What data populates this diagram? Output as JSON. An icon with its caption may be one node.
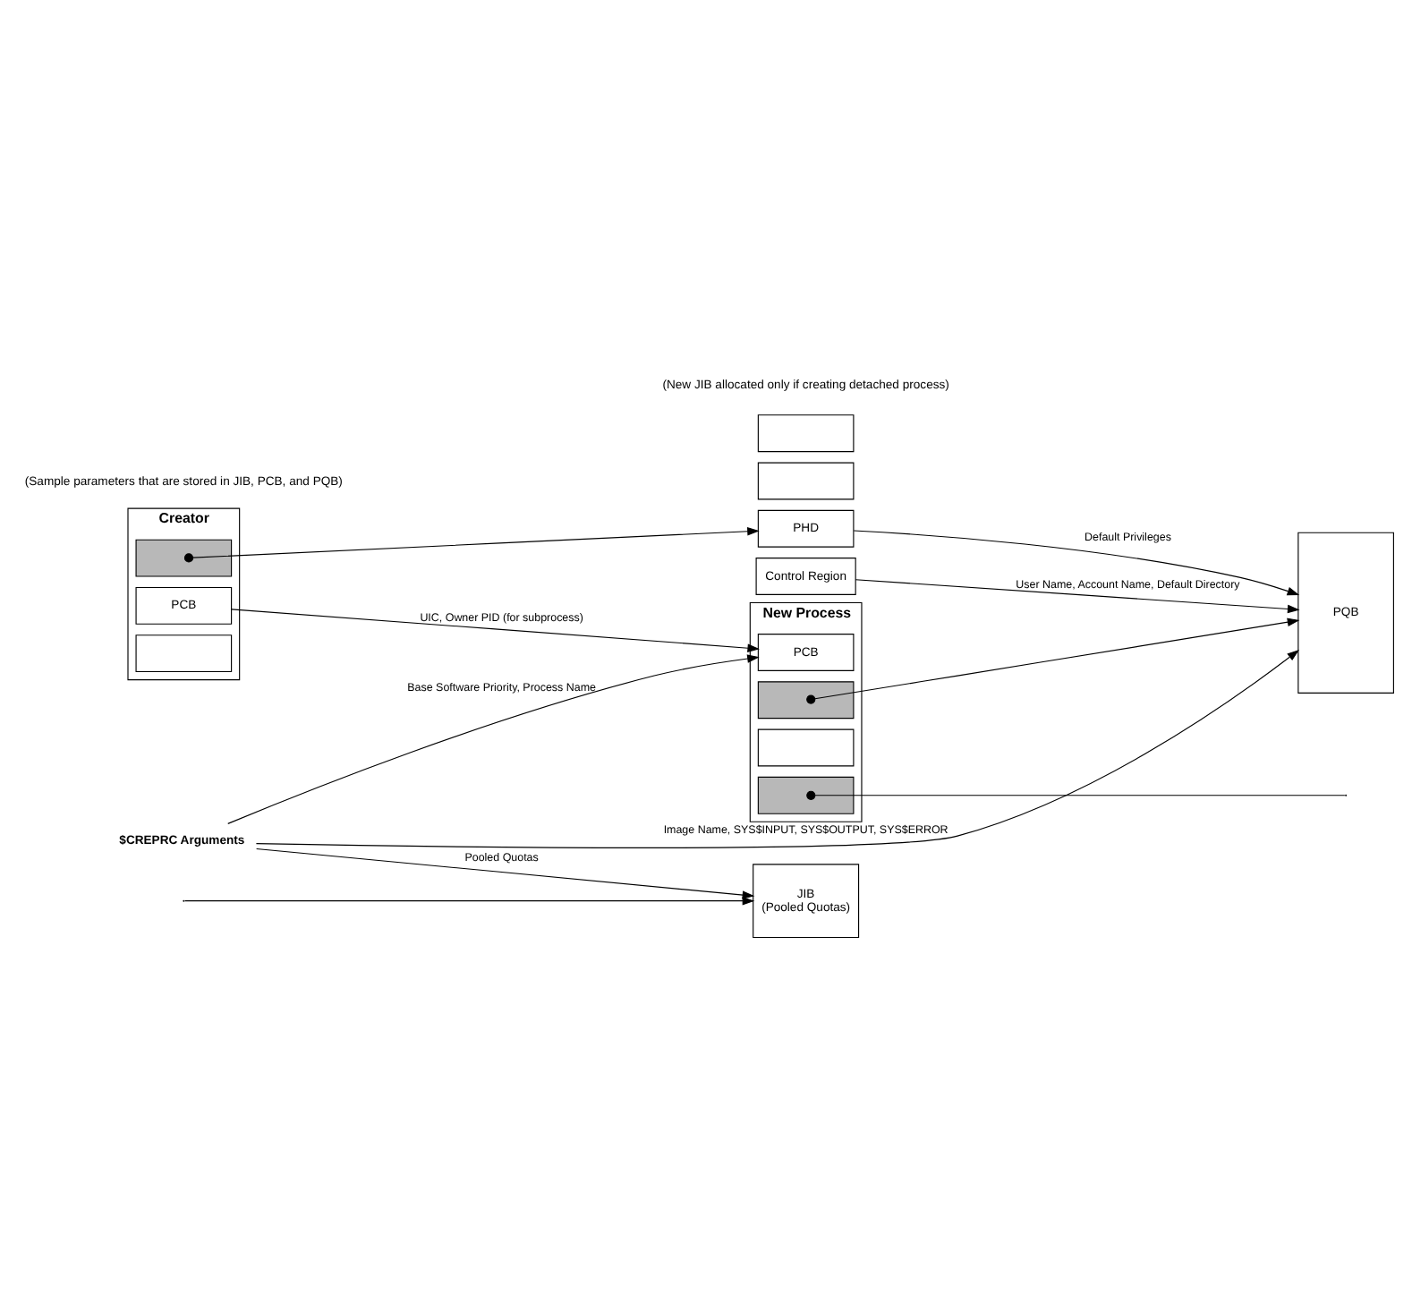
{
  "diagram": {
    "nodes": [
      {
        "text": [
          "Creator"
        ]
      },
      {
        "text": [
          "PCB"
        ],
        "in": 0
      },
      {
        "text": [],
        "shape": "box",
        "in": 0
      },
      {
        "text": [],
        "shape": "box",
        "in": 0
      },
      {
        "text": [
          "$CREPRC Arguments"
        ]
      },
      {
        "text": [
          "Control Region"
        ]
      },
      {
        "text": [],
        "shape": "box"
      },
      {
        "text": [
          "PHD"
        ]
      },
      {
        "text": [],
        "shape": "box"
      },
      {
        "text": [
          "JIB",
          "(Pooled Quotas)"
        ]
      },
      {
        "text": [
          "New Process"
        ]
      },
      {
        "text": [
          "PCB"
        ],
        "in": 10
      },
      {
        "text": [],
        "shape": "box",
        "in": 10
      },
      {
        "text": [],
        "shape": "box",
        "in": 10
      },
      {
        "text": [],
        "shape": "box",
        "in": 10
      },
      {
        "text": [
          "PQB"
        ]
      }
    ],
    "edges": [
      {
        "from": 4,
        "to": 9,
        "arrow": "to",
        "label": "Pooled Quotas"
      },
      {
        "from": 1,
        "to": 11,
        "arrow": "to",
        "label": "UIC, Owner PID (for subprocess)"
      },
      {
        "from": 4,
        "to": 11,
        "arrow": "to",
        "label": "Base Software Priority, Process Name"
      },
      {
        "from": 4,
        "to": 15,
        "arrow": "to",
        "label": "Image Name, SYS$INPUT, SYS$OUTPUT, SYS$ERROR"
      },
      {
        "from": 5,
        "to": 15,
        "arrow": "to",
        "label": "User Name, Account Name, Default Directory"
      },
      {
        "from": 7,
        "to": 15,
        "arrow": "to",
        "label": "Default Privileges"
      },
      {
        "from": 2,
        "to": 7,
        "arrow": "to"
      },
      {
        "from": 12,
        "to": 15,
        "arrow": "to"
      },
      {
        "from": 14,
        "to": null,
        "arrow": "other"
      },
      {
        "from": null,
        "to": 9,
        "arrow": "to"
      }
    ],
    "labels": [
      "(New JIB allocated only if creating detached process)",
      "(Sample parameters that are stored in JIB, PCB, and PQB)"
    ]
  }
}
